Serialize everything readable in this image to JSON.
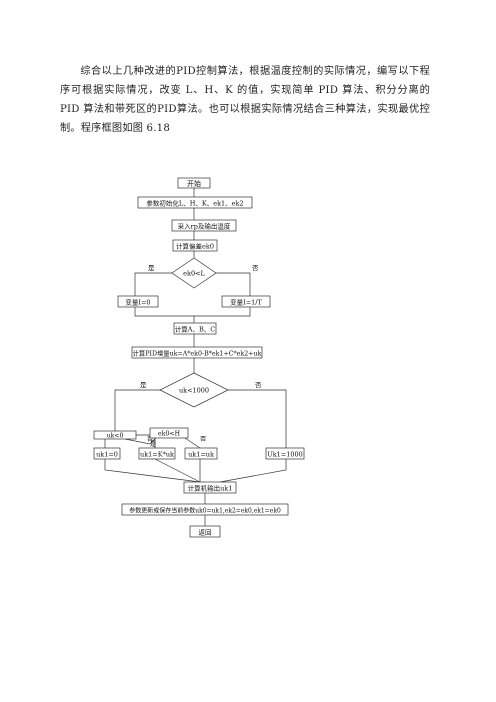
{
  "intro": "综合以上几种改进的PID控制算法，根据温度控制的实际情况，编写以下程序可根据实际情况，改变 L、H、K 的值，实现简单 PID 算法、积分分离的 PID 算法和带死区的PID算法。也可以根据实际情况结合三种算法，实现最优控制。程序框图如图 6.18",
  "flowchart": {
    "start": "开始",
    "init": "参数初始化L、H、K、ek1、ek2",
    "sample": "采入r",
    "sample2": "p",
    "sample3": "及输出温度",
    "calc_error": "计算偏差ek0",
    "cond1": "ek0<L",
    "yes1": "是",
    "no1": "否",
    "var0": "变量I=0",
    "var1": "变量I=1/T",
    "calc_abc": "计算A、B、C",
    "calc_pid": "计算PID增量uk=A*ek0-B*ek1+C*ek2+uk",
    "cond2": "uk<1000",
    "yes2": "是",
    "no2": "否",
    "cond3": "uk<0",
    "no3": "否",
    "cond4": "ek0<H",
    "yes4": "是",
    "no4": "否",
    "uk_zero": "uk1=0",
    "uk_k": "uk1=K*uk",
    "uk_eq": "uk1=uk",
    "uk_max": "Uk1=1000",
    "output": "计算机输出uk1",
    "update": "参数更新或保存当前参数uk0=uk1,ek2=ek0,ek1=ek0",
    "end": "返回"
  }
}
